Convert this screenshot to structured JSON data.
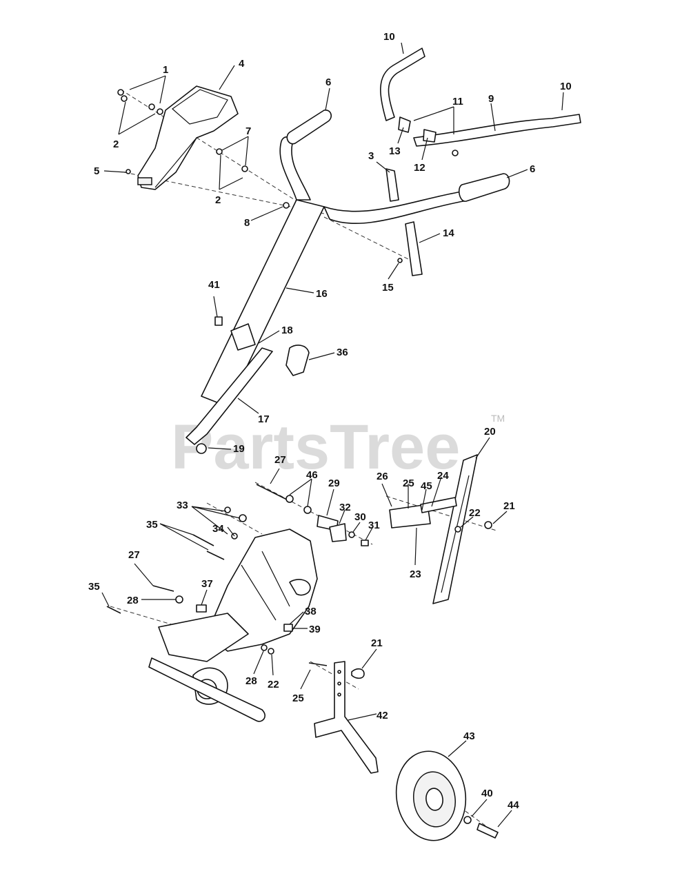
{
  "watermark": {
    "text": "PartsTree",
    "tm": "TM"
  },
  "callouts": [
    {
      "id": "c1",
      "text": "1"
    },
    {
      "id": "c2a",
      "text": "2"
    },
    {
      "id": "c2b",
      "text": "2"
    },
    {
      "id": "c3",
      "text": "3"
    },
    {
      "id": "c4",
      "text": "4"
    },
    {
      "id": "c5",
      "text": "5"
    },
    {
      "id": "c6a",
      "text": "6"
    },
    {
      "id": "c6b",
      "text": "6"
    },
    {
      "id": "c7",
      "text": "7"
    },
    {
      "id": "c8",
      "text": "8"
    },
    {
      "id": "c9",
      "text": "9"
    },
    {
      "id": "c10a",
      "text": "10"
    },
    {
      "id": "c10b",
      "text": "10"
    },
    {
      "id": "c11",
      "text": "11"
    },
    {
      "id": "c12",
      "text": "12"
    },
    {
      "id": "c13",
      "text": "13"
    },
    {
      "id": "c14",
      "text": "14"
    },
    {
      "id": "c15",
      "text": "15"
    },
    {
      "id": "c16",
      "text": "16"
    },
    {
      "id": "c17",
      "text": "17"
    },
    {
      "id": "c18",
      "text": "18"
    },
    {
      "id": "c19",
      "text": "19"
    },
    {
      "id": "c20",
      "text": "20"
    },
    {
      "id": "c21a",
      "text": "21"
    },
    {
      "id": "c21b",
      "text": "21"
    },
    {
      "id": "c22a",
      "text": "22"
    },
    {
      "id": "c22b",
      "text": "22"
    },
    {
      "id": "c23",
      "text": "23"
    },
    {
      "id": "c24",
      "text": "24"
    },
    {
      "id": "c25a",
      "text": "25"
    },
    {
      "id": "c25b",
      "text": "25"
    },
    {
      "id": "c26",
      "text": "26"
    },
    {
      "id": "c27a",
      "text": "27"
    },
    {
      "id": "c27b",
      "text": "27"
    },
    {
      "id": "c28a",
      "text": "28"
    },
    {
      "id": "c28b",
      "text": "28"
    },
    {
      "id": "c29",
      "text": "29"
    },
    {
      "id": "c30",
      "text": "30"
    },
    {
      "id": "c31",
      "text": "31"
    },
    {
      "id": "c32",
      "text": "32"
    },
    {
      "id": "c33",
      "text": "33"
    },
    {
      "id": "c34",
      "text": "34"
    },
    {
      "id": "c35a",
      "text": "35"
    },
    {
      "id": "c35b",
      "text": "35"
    },
    {
      "id": "c36",
      "text": "36"
    },
    {
      "id": "c37",
      "text": "37"
    },
    {
      "id": "c38",
      "text": "38"
    },
    {
      "id": "c39",
      "text": "39"
    },
    {
      "id": "c40",
      "text": "40"
    },
    {
      "id": "c41",
      "text": "41"
    },
    {
      "id": "c42",
      "text": "42"
    },
    {
      "id": "c43",
      "text": "43"
    },
    {
      "id": "c44",
      "text": "44"
    },
    {
      "id": "c45",
      "text": "45"
    },
    {
      "id": "c46",
      "text": "46"
    }
  ]
}
